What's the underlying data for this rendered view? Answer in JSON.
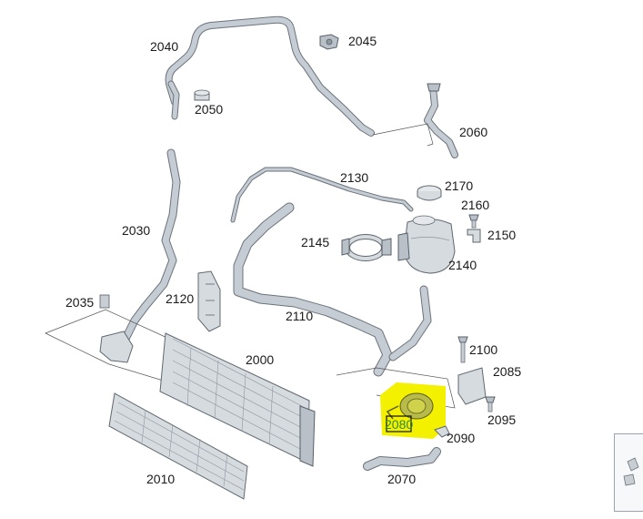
{
  "labels": {
    "p2040": "2040",
    "p2045": "2045",
    "p2050": "2050",
    "p2060": "2060",
    "p2130": "2130",
    "p2170": "2170",
    "p2160": "2160",
    "p2150": "2150",
    "p2145": "2145",
    "p2140": "2140",
    "p2030": "2030",
    "p2035": "2035",
    "p2120": "2120",
    "p2110": "2110",
    "p2100": "2100",
    "p2085": "2085",
    "p2095": "2095",
    "p2000": "2000",
    "p2080": "2080",
    "p2090": "2090",
    "p2010": "2010",
    "p2070": "2070"
  },
  "colors": {
    "highlight": "#f3f000",
    "highlight_label": "#2f8a3a",
    "part_fill": "#d6dbe0",
    "outline": "#5f6870"
  },
  "highlighted_part": "2080"
}
